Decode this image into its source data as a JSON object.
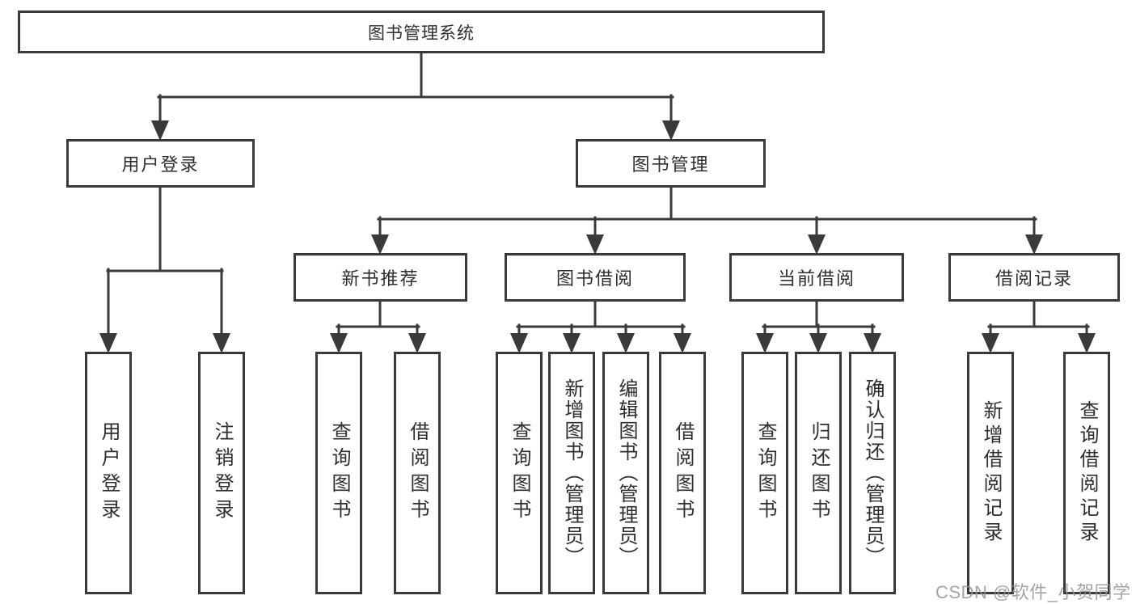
{
  "diagram": {
    "type": "hierarchy-tree",
    "root": {
      "label": "图书管理系统"
    },
    "level2": [
      {
        "label": "用户登录",
        "parent": "图书管理系统"
      },
      {
        "label": "图书管理",
        "parent": "图书管理系统"
      }
    ],
    "level3": [
      {
        "label": "新书推荐",
        "parent": "图书管理"
      },
      {
        "label": "图书借阅",
        "parent": "图书管理"
      },
      {
        "label": "当前借阅",
        "parent": "图书管理"
      },
      {
        "label": "借阅记录",
        "parent": "图书管理"
      }
    ],
    "leaves": [
      {
        "label": "用户登录",
        "parent": "用户登录"
      },
      {
        "label": "注销登录",
        "parent": "用户登录"
      },
      {
        "label": "查询图书",
        "parent": "新书推荐"
      },
      {
        "label": "借阅图书",
        "parent": "新书推荐"
      },
      {
        "label": "查询图书",
        "parent": "图书借阅"
      },
      {
        "label": "新增图书（管理员）",
        "parent": "图书借阅"
      },
      {
        "label": "编辑图书（管理员）",
        "parent": "图书借阅"
      },
      {
        "label": "借阅图书",
        "parent": "图书借阅"
      },
      {
        "label": "查询图书",
        "parent": "当前借阅"
      },
      {
        "label": "归还图书",
        "parent": "当前借阅"
      },
      {
        "label": "确认归还（管理员）",
        "parent": "当前借阅"
      },
      {
        "label": "新增借阅记录",
        "parent": "借阅记录"
      },
      {
        "label": "查询借阅记录",
        "parent": "借阅记录"
      }
    ],
    "style": {
      "line_color": "#3a3a3a",
      "text_color": "#2e2e2e",
      "box_background": "#ffffff"
    }
  },
  "watermark": {
    "text": "CSDN @软件_小贺同学",
    "color": "#949494"
  }
}
